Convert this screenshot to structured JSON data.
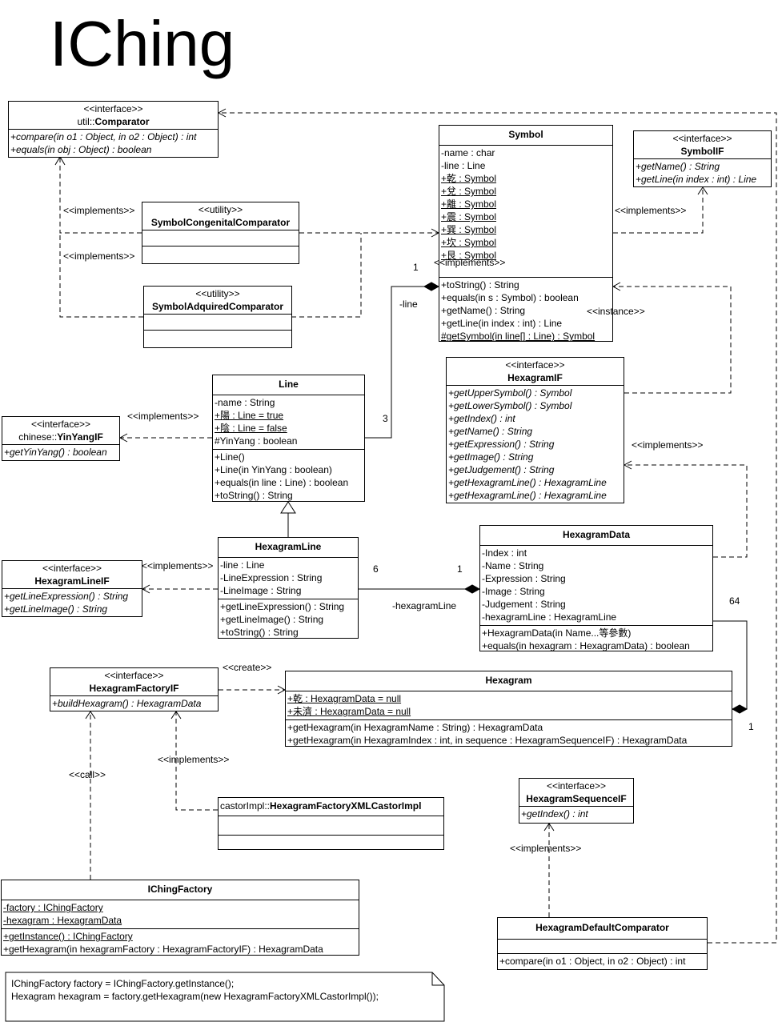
{
  "title": "IChing",
  "classes": {
    "comparator": {
      "stereotype": "<<interface>>",
      "namespace": "util::",
      "name": "Comparator",
      "operations": [
        "+compare(in o1 : Object, in o2 : Object) : int",
        "+equals(in obj : Object) : boolean"
      ]
    },
    "symbol": {
      "name": "Symbol",
      "attributes": [
        "-name : char",
        "-line : Line",
        "+乾 : Symbol",
        "+兌 : Symbol",
        "+離 : Symbol",
        "+震 : Symbol",
        "+巽 : Symbol",
        "+坎 : Symbol",
        "+艮 : Symbol"
      ],
      "operations": [
        "+toString() : String",
        "+equals(in s : Symbol) : boolean",
        "+getName() : String",
        "+getLine(in index : int) : Line",
        "#getSymbol(in line[] : Line) : Symbol"
      ]
    },
    "symbolIF": {
      "stereotype": "<<interface>>",
      "name": "SymbolIF",
      "operations": [
        "+getName() : String",
        "+getLine(in index : int) : Line"
      ]
    },
    "congenital": {
      "stereotype": "<<utility>>",
      "name": "SymbolCongenitalComparator"
    },
    "aquired": {
      "stereotype": "<<utility>>",
      "name": "SymbolAdquiredComparator"
    },
    "line": {
      "name": "Line",
      "attributes": [
        "-name : String",
        "+陽 : Line = true",
        "+陰 : Line = false",
        "#YinYang : boolean"
      ],
      "operations": [
        "+Line()",
        "+Line(in YinYang : boolean)",
        "+equals(in line : Line) : boolean",
        "+toString() : String"
      ]
    },
    "yinyang": {
      "stereotype": "<<interface>>",
      "namespace": "chinese::",
      "name": "YinYangIF",
      "operations": [
        "+getYinYang() : boolean"
      ]
    },
    "hexagramIF": {
      "stereotype": "<<interface>>",
      "name": "HexagramIF",
      "operations": [
        "+getUpperSymbol() : Symbol",
        "+getLowerSymbol() : Symbol",
        "+getIndex() : int",
        "+getName() : String",
        "+getExpression() : String",
        "+getImage() : String",
        "+getJudgement() : String",
        "+getHexagramLine() : HexagramLine",
        "+getHexagramLine() : HexagramLine"
      ]
    },
    "hexagramLine": {
      "name": "HexagramLine",
      "attributes": [
        "-line : Line",
        "-LineExpression : String",
        "-LineImage : String"
      ],
      "operations": [
        "+getLineExpression() : String",
        "+getLineImage() : String",
        "+toString() : String"
      ]
    },
    "hexagramLineIF": {
      "stereotype": "<<interface>>",
      "name": "HexagramLineIF",
      "operations": [
        "+getLineExpression() : String",
        "+getLineImage() : String"
      ]
    },
    "hexagramData": {
      "name": "HexagramData",
      "attributes": [
        "-Index : int",
        "-Name : String",
        "-Expression : String",
        "-Image : String",
        "-Judgement : String",
        "-hexagramLine : HexagramLine"
      ],
      "operations": [
        "+HexagramData(in Name...等參數)",
        "+equals(in hexagram : HexagramData) : boolean"
      ]
    },
    "factoryIF": {
      "stereotype": "<<interface>>",
      "name": "HexagramFactoryIF",
      "operations": [
        "+buildHexagram() : HexagramData"
      ]
    },
    "hexagram": {
      "name": "Hexagram",
      "attributes": [
        "+乾 : HexagramData = null",
        "+未濟 : HexagramData = null"
      ],
      "operations": [
        "+getHexagram(in HexagramName : String) : HexagramData",
        "+getHexagram(in HexagramIndex : int, in sequence : HexagramSequenceIF) : HexagramData"
      ]
    },
    "sequenceIF": {
      "stereotype": "<<interface>>",
      "name": "HexagramSequenceIF",
      "operations": [
        "+getIndex() : int"
      ]
    },
    "castor": {
      "namespace": "castorImpl::",
      "name": "HexagramFactoryXMLCastorImpl"
    },
    "ichingFactory": {
      "name": "IChingFactory",
      "attributes": [
        "-factory : IChingFactory",
        "-hexagram : HexagramData"
      ],
      "operations": [
        "+getInstance() : IChingFactory",
        "+getHexagram(in hexagramFactory : HexagramFactoryIF) : HexagramData"
      ]
    },
    "defaultComparator": {
      "name": "HexagramDefaultComparator",
      "operations": [
        "+compare(in o1 : Object, in o2 : Object) : int"
      ]
    }
  },
  "labels": {
    "implements": "<<implements>>",
    "instance": "<<instance>>",
    "create": "<<create>>",
    "call": "<<call>>",
    "role_line": "-line",
    "role_hexagramLine": "-hexagramLine",
    "mult_1": "1",
    "mult_3": "3",
    "mult_6": "6",
    "mult_64": "64"
  },
  "note": {
    "lines": [
      "IChingFactory factory = IChingFactory.getInstance();",
      "Hexagram hexagram = factory.getHexagram(new HexagramFactoryXMLCastorImpl());"
    ]
  }
}
